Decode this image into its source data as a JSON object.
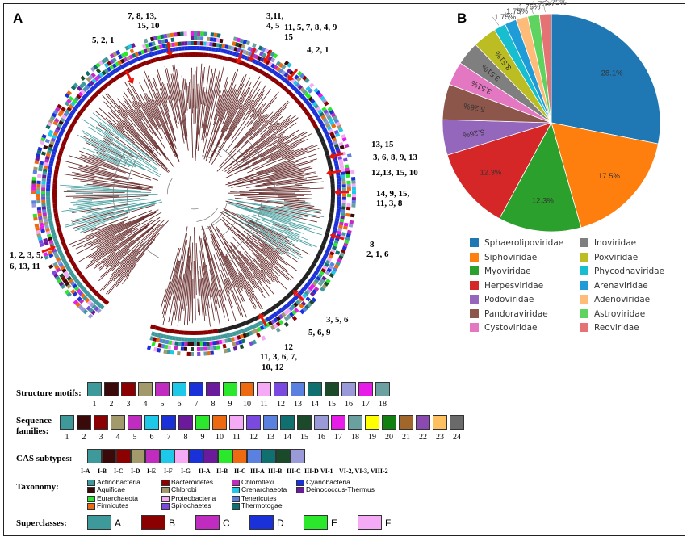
{
  "panel_a": {
    "letter": "A"
  },
  "panel_b": {
    "letter": "B"
  },
  "tree_labels": [
    "7, 8, 13,",
    "15, 10",
    "3,11,",
    "4, 5",
    "11, 5, 7, 8, 4, 9",
    "15",
    "5, 2, 1",
    "4, 2, 1",
    "13, 15",
    "3, 6, 8, 9, 13",
    "12,13, 15, 10",
    "14, 9, 15,",
    "11, 3, 8",
    "8",
    "2, 1, 6",
    "1, 2, 3, 5,",
    "6, 13, 11",
    "3, 5, 6",
    "5, 6, 9",
    "12",
    "11, 3, 6, 7,",
    "10, 12"
  ],
  "structure_motifs": {
    "title": "Structure motifs:",
    "colors": [
      "#3e9a9a",
      "#3a0a0a",
      "#8b0000",
      "#a29a6a",
      "#c02cc0",
      "#1ec8e8",
      "#1a30d8",
      "#6a1a9a",
      "#2ce82c",
      "#ee6a10",
      "#f4aaf4",
      "#7a4ae0",
      "#5a80e0",
      "#107070",
      "#1a4a2a",
      "#9a9ad8",
      "#e81ce8",
      "#6aa0a0"
    ],
    "numbers": [
      "1",
      "2",
      "3",
      "4",
      "5",
      "6",
      "7",
      "8",
      "9",
      "10",
      "11",
      "12",
      "13",
      "14",
      "15",
      "16",
      "17",
      "18"
    ]
  },
  "sequence_families": {
    "title_line1": "Sequence",
    "title_line2": "families:",
    "colors": [
      "#3e9a9a",
      "#3a0a0a",
      "#8b0000",
      "#a29a6a",
      "#c02cc0",
      "#1ec8e8",
      "#1a30d8",
      "#6a1a9a",
      "#2ce82c",
      "#ee6a10",
      "#f4aaf4",
      "#7a4ae0",
      "#5a80e0",
      "#107070",
      "#1a4a2a",
      "#9a9ad8",
      "#e81ce8",
      "#6aa0a0",
      "#ffff00",
      "#108010",
      "#a0662a",
      "#8a4ab0",
      "#ffc060",
      "#6a6a6a"
    ],
    "numbers": [
      "1",
      "2",
      "3",
      "4",
      "5",
      "6",
      "7",
      "8",
      "9",
      "10",
      "11",
      "12",
      "13",
      "14",
      "15",
      "16",
      "17",
      "18",
      "19",
      "20",
      "21",
      "22",
      "23",
      "24"
    ]
  },
  "cas_subtypes": {
    "title": "CAS subtypes:",
    "colors": [
      "#3e9a9a",
      "#3a0a0a",
      "#8b0000",
      "#a29a6a",
      "#c02cc0",
      "#1ec8e8",
      "#f4aaf4",
      "#1a30d8",
      "#6a1a9a",
      "#2ce82c",
      "#ee6a10",
      "#5a80e0",
      "#107070",
      "#1a4a2a",
      "#9a9ad8"
    ],
    "labels": [
      "I-A",
      "I-B",
      "I-C",
      "I-D",
      "I-E",
      "I-F",
      "I-G",
      "II-A",
      "II-B",
      "II-C",
      "III-A",
      "III-B",
      "III-C",
      "III-D",
      "VI-1",
      "VI-2, VI-3, VIII-2"
    ]
  },
  "taxonomy": {
    "title": "Taxonomy:",
    "items": [
      {
        "name": "Actinobacteria",
        "color": "#3e9a9a"
      },
      {
        "name": "Aquificae",
        "color": "#3a0a0a"
      },
      {
        "name": "Bacteroidetes",
        "color": "#8b0000"
      },
      {
        "name": "Chlorobi",
        "color": "#a29a6a"
      },
      {
        "name": "Chloroflexi",
        "color": "#c02cc0"
      },
      {
        "name": "Crenarchaeota",
        "color": "#1ec8e8"
      },
      {
        "name": "Cyanobacteria",
        "color": "#1a30d8"
      },
      {
        "name": "Deinococcus-Thermus",
        "color": "#6a1a9a"
      },
      {
        "name": "Eurarchaeota",
        "color": "#2ce82c"
      },
      {
        "name": "Firmicutes",
        "color": "#ee6a10"
      },
      {
        "name": "Proteobacteria",
        "color": "#f4aaf4"
      },
      {
        "name": "Spirochaetes",
        "color": "#7a4ae0"
      },
      {
        "name": "Tenericutes",
        "color": "#5a80e0"
      },
      {
        "name": "Thermotogae",
        "color": "#107070"
      }
    ]
  },
  "superclasses": {
    "title": "Superclasses:",
    "items": [
      {
        "label": "A",
        "color": "#3e9a9a"
      },
      {
        "label": "B",
        "color": "#8b0000"
      },
      {
        "label": "C",
        "color": "#c02cc0"
      },
      {
        "label": "D",
        "color": "#1a30d8"
      },
      {
        "label": "E",
        "color": "#2ce82c"
      },
      {
        "label": "F",
        "color": "#f4aaf4"
      }
    ]
  },
  "chart_data": {
    "type": "pie",
    "title": "",
    "slices": [
      {
        "name": "Sphaerolipoviridae",
        "value": 28.1,
        "label": "28.1%",
        "color": "#1f77b4"
      },
      {
        "name": "Siphoviridae",
        "value": 17.5,
        "label": "17.5%",
        "color": "#ff7f0e"
      },
      {
        "name": "Myoviridae",
        "value": 12.3,
        "label": "12.3%",
        "color": "#2ca02c"
      },
      {
        "name": "Herpesviridae",
        "value": 12.3,
        "label": "12.3%",
        "color": "#d62728"
      },
      {
        "name": "Podoviridae",
        "value": 5.26,
        "label": "5.26%",
        "color": "#9467bd"
      },
      {
        "name": "Pandoraviridae",
        "value": 5.26,
        "label": "5.26%",
        "color": "#8c564b"
      },
      {
        "name": "Cystoviridae",
        "value": 3.51,
        "label": "3.51%",
        "color": "#e377c2"
      },
      {
        "name": "Inoviridae",
        "value": 3.51,
        "label": "3.51%",
        "color": "#7f7f7f"
      },
      {
        "name": "Poxviridae",
        "value": 3.51,
        "label": "3.51%",
        "color": "#bcbd22"
      },
      {
        "name": "Phycodnaviridae",
        "value": 1.75,
        "label": "1.75%",
        "color": "#17becf"
      },
      {
        "name": "Arenaviridae",
        "value": 1.75,
        "label": "1.75%",
        "color": "#1f9bd8"
      },
      {
        "name": "Adenoviridae",
        "value": 1.75,
        "label": "1.75%",
        "color": "#ffbb78"
      },
      {
        "name": "Astroviridae",
        "value": 1.75,
        "label": "1.75%",
        "color": "#5fd35f"
      },
      {
        "name": "Reoviridae",
        "value": 1.75,
        "label": "1.75%",
        "color": "#e57373"
      }
    ],
    "legend_placement": "bottom, two columns"
  }
}
